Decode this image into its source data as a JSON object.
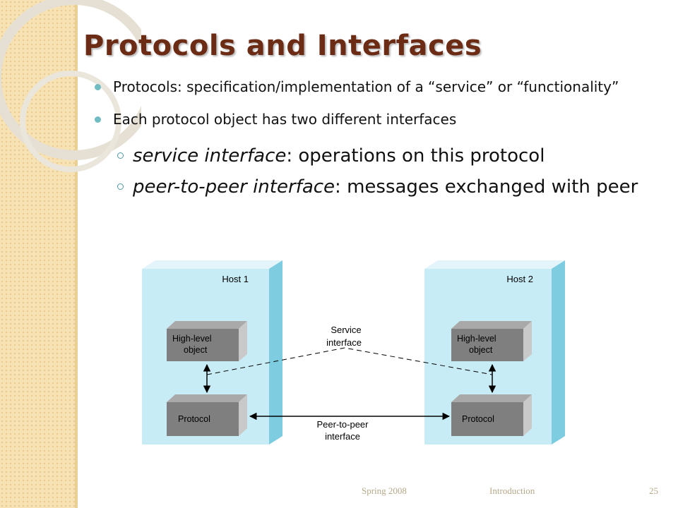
{
  "slide": {
    "title": "Protocols and Interfaces",
    "bullets": [
      {
        "text": "Protocols: specification/implementation of a “service” or “functionality”"
      },
      {
        "text": "Each protocol object has two different interfaces"
      }
    ],
    "sub_bullets": [
      {
        "term": "service interface",
        "rest": ": operations on this protocol"
      },
      {
        "term": "peer-to-peer interface",
        "rest": ": messages exchanged with peer"
      }
    ]
  },
  "diagram": {
    "host1_label": "Host 1",
    "host2_label": "Host 2",
    "high_level_line1": "High-level",
    "high_level_line2": "object",
    "protocol_label": "Protocol",
    "service_line1": "Service",
    "service_line2": "interface",
    "peer_line1": "Peer-to-peer",
    "peer_line2": "interface"
  },
  "footer": {
    "term": "Spring 2008",
    "topic": "Introduction",
    "page": "25"
  },
  "colors": {
    "title": "#6b2b14",
    "bullet": "#6fbcc2",
    "host_front": "#c8ecf6",
    "host_side": "#7dcce0",
    "box_front": "#7f7f7f",
    "box_side": "#c9c9c9"
  }
}
